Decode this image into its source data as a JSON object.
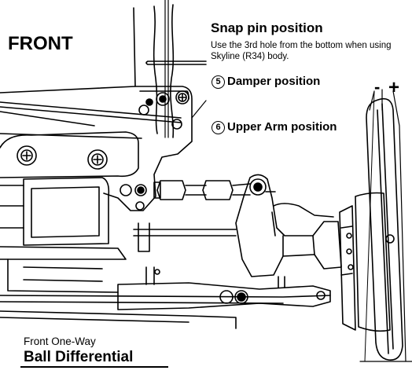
{
  "labels": {
    "front": "FRONT",
    "snap_pin_title": "Snap pin position",
    "snap_pin_desc": "Use the 3rd hole from the bottom when using Skyline (R34) body.",
    "damper_num": "5",
    "damper_label": "Damper position",
    "upper_arm_num": "6",
    "upper_arm_label": "Upper Arm position",
    "camber_minus": "-",
    "camber_plus": "+",
    "diff_subtitle": "Front One-Way",
    "diff_title": "Ball Differential"
  },
  "colors": {
    "line": "#000000",
    "background": "#ffffff"
  }
}
